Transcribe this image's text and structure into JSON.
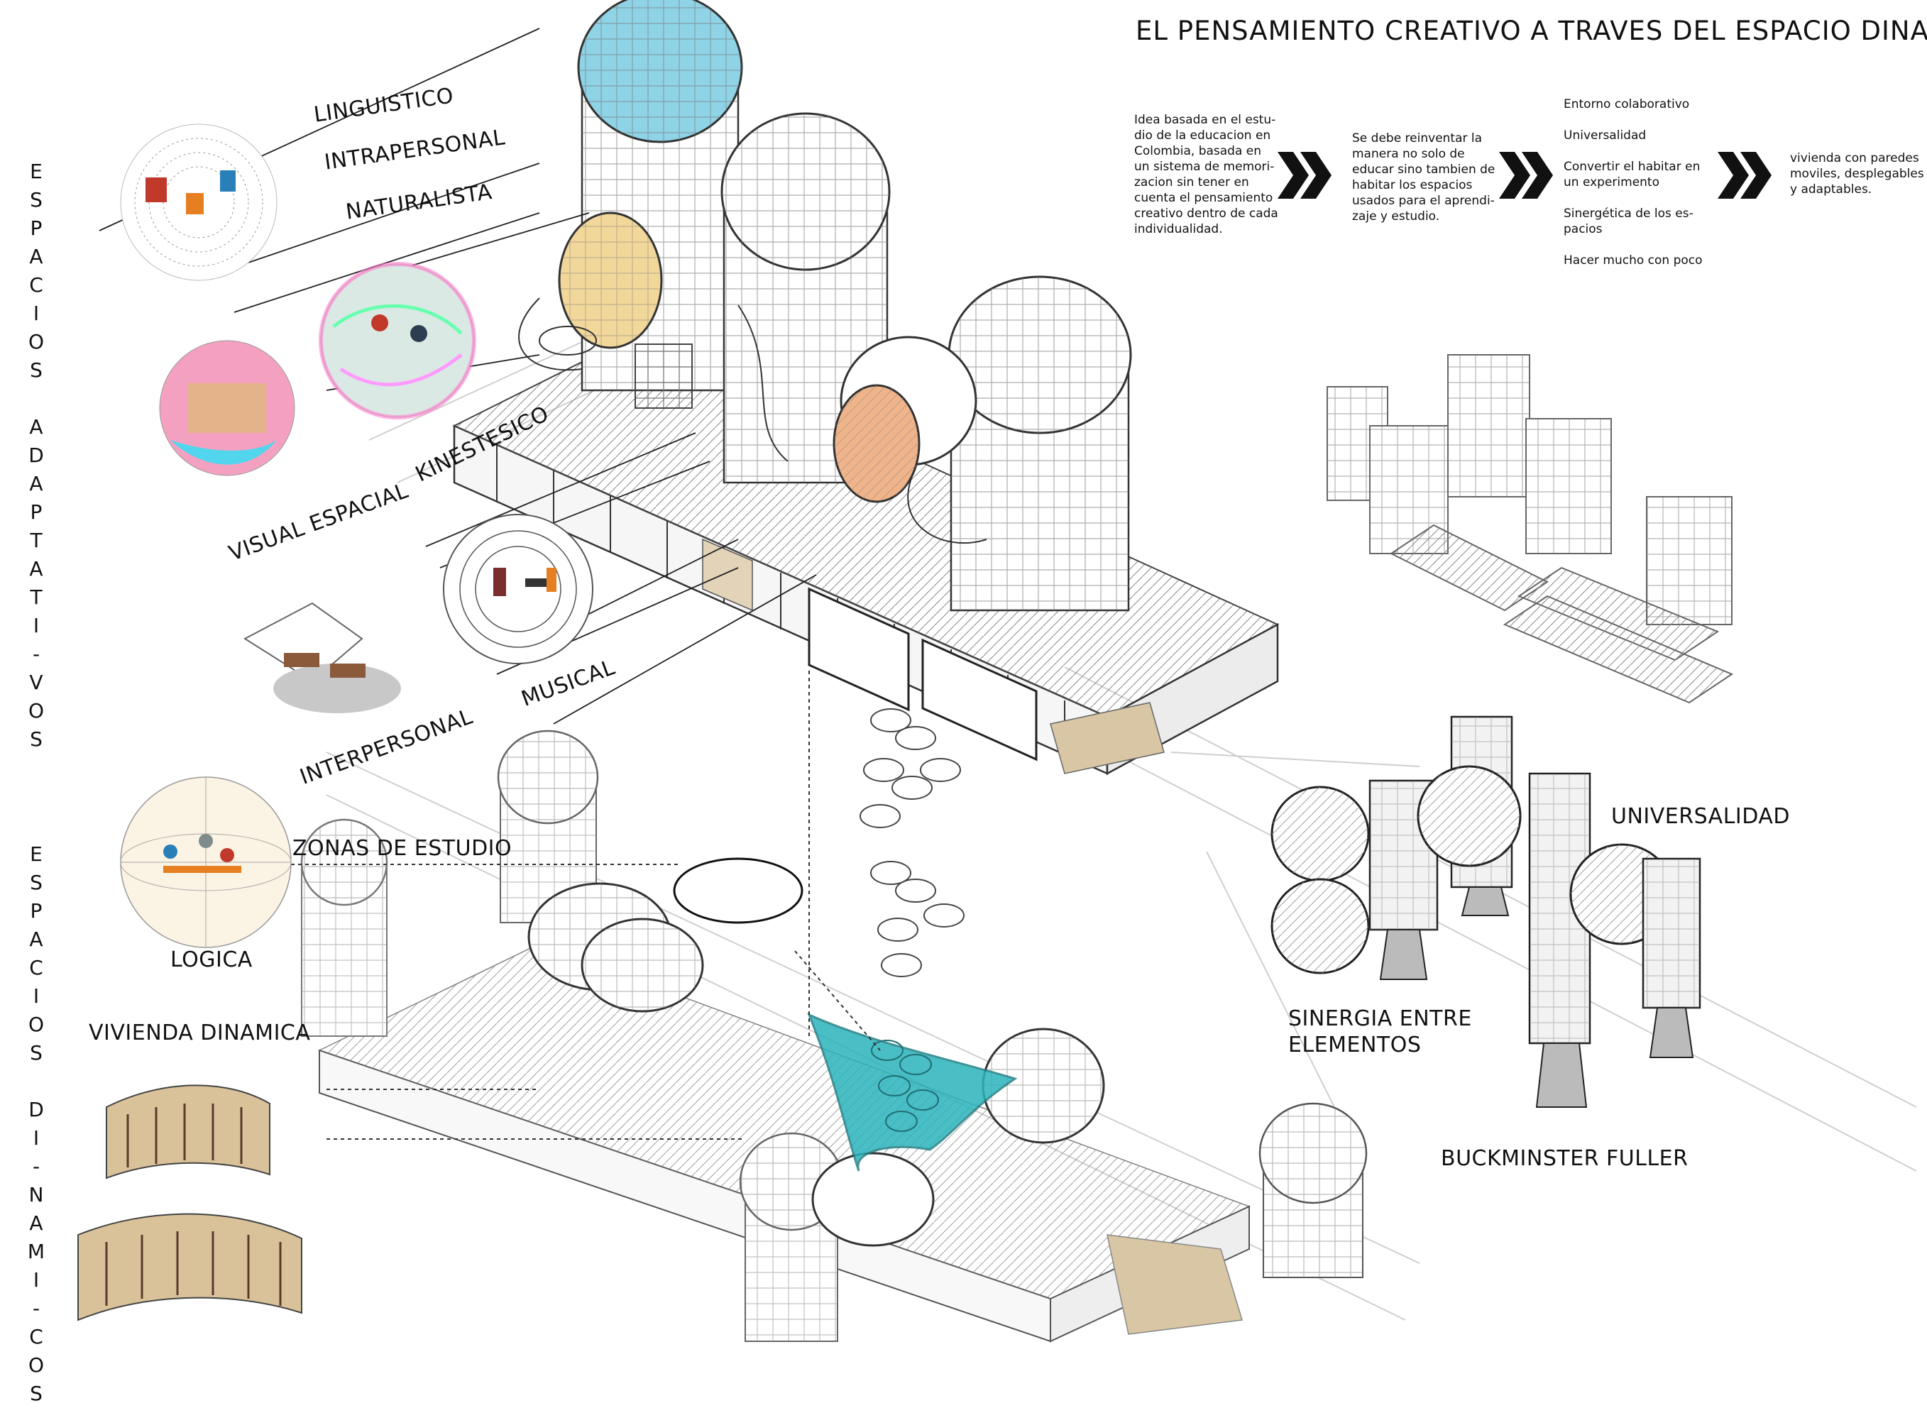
{
  "title": "EL PENSAMIENTO CREATIVO A TRAVES DEL ESPACIO DINAMICO",
  "intro": {
    "col1": [
      "Idea basada en el estu-",
      "dio de la educacion en",
      "Colombia, basada en",
      "un sistema de memori-",
      "zacion sin tener en",
      "cuenta el pensamiento",
      "creativo dentro de cada",
      "individualidad."
    ],
    "col2": [
      "Se debe reinventar la",
      "manera no solo de",
      "educar sino tambien de",
      "habitar los espacios",
      "usados para el aprendi-",
      "zaje y estudio."
    ],
    "col3": [
      "Entorno colaborativo",
      "",
      "Universalidad",
      "",
      "Convertir el habitar en",
      "un experimento",
      "",
      "Sinergética de los es-",
      "pacios",
      "",
      "Hacer mucho con poco"
    ],
    "col4": [
      "vivienda con paredes",
      "moviles, desplegables",
      "y adaptables."
    ]
  },
  "side_labels": {
    "top": [
      "E",
      "S",
      "P",
      "A",
      "C",
      "I",
      "O",
      "S",
      "",
      "A",
      "D",
      "A",
      "P",
      "T",
      "A",
      "T",
      "I",
      "-",
      "V",
      "O",
      "S"
    ],
    "bottom": [
      "E",
      "S",
      "P",
      "A",
      "C",
      "I",
      "O",
      "S",
      "",
      "D",
      "I",
      "-",
      "N",
      "A",
      "M",
      "I",
      "-",
      "C",
      "O",
      "S"
    ]
  },
  "intelligences": {
    "linguistico": "LINGUISTICO",
    "intrapersonal": "INTRAPERSONAL",
    "naturalista": "NATURALISTA",
    "kinestesico": "KINESTESICO",
    "visual": "VISUAL ESPACIAL",
    "musical": "MUSICAL",
    "interpersonal": "INTERPERSONAL",
    "logica": "LOGICA"
  },
  "zones": {
    "estudio": "ZONAS DE ESTUDIO",
    "vivienda": "VIVIENDA DINAMICA"
  },
  "concepts": {
    "universalidad": "UNIVERSALIDAD",
    "sinergia_1": "SINERGIA ENTRE",
    "sinergia_2": "ELEMENTOS",
    "fuller": "BUCKMINSTER FULLER"
  },
  "colors": {
    "cyan_dome": "#8fd3e6",
    "yellow_dome": "#f2d79a",
    "orange_dome": "#f0b48a",
    "teal_canopy": "#2bb3bb",
    "line": "#555555",
    "sand": "#d9c6a5"
  },
  "icons": [
    "chevron-right-icon",
    "chevron-right-icon",
    "chevron-right-icon"
  ]
}
